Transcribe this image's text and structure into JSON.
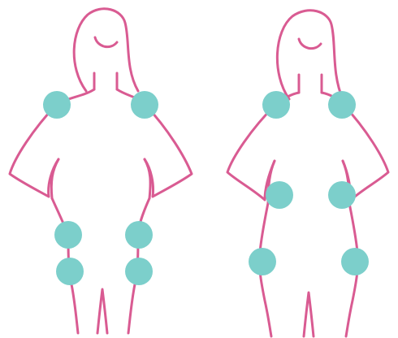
{
  "colors": {
    "background": "#ffffff",
    "outline": "#d95b92",
    "marker": "#7ccfcb"
  },
  "figures": [
    {
      "name": "figure-left",
      "markers": [
        "shoulder-left",
        "shoulder-right",
        "hip-left",
        "hip-right",
        "thigh-left",
        "thigh-right"
      ]
    },
    {
      "name": "figure-right",
      "markers": [
        "shoulder-left",
        "shoulder-right",
        "waist-left",
        "waist-right",
        "thigh-left",
        "thigh-right"
      ]
    }
  ]
}
